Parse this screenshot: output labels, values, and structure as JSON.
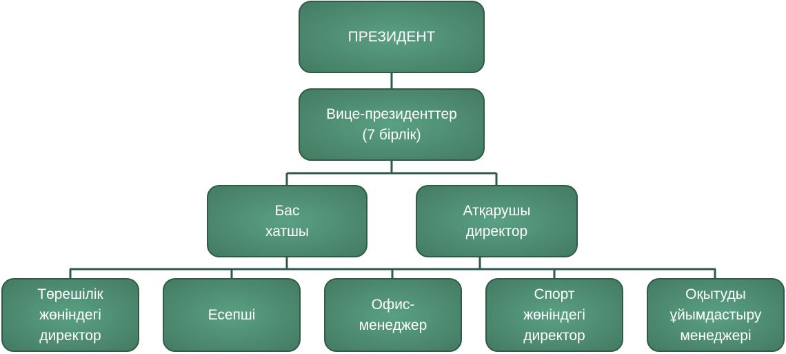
{
  "nodes": {
    "president": "ПРЕЗИДЕНТ",
    "vice_presidents": "Вице-президенттер\n(7 бірлік)",
    "general_secretary": "Бас\nхатшы",
    "executive_director": "Атқарушы\nдиректор",
    "referee_director": "Төрешілік\nжөніндегі\nдиректор",
    "accountant": "Есепші",
    "office_manager": "Офис-\nменеджер",
    "sport_director": "Спорт\nжөніндегі\nдиректор",
    "training_manager": "Оқытуды\nұйымдастыру\nменеджері"
  },
  "colors": {
    "box": "#4e8c72",
    "line": "#2f5a48"
  }
}
